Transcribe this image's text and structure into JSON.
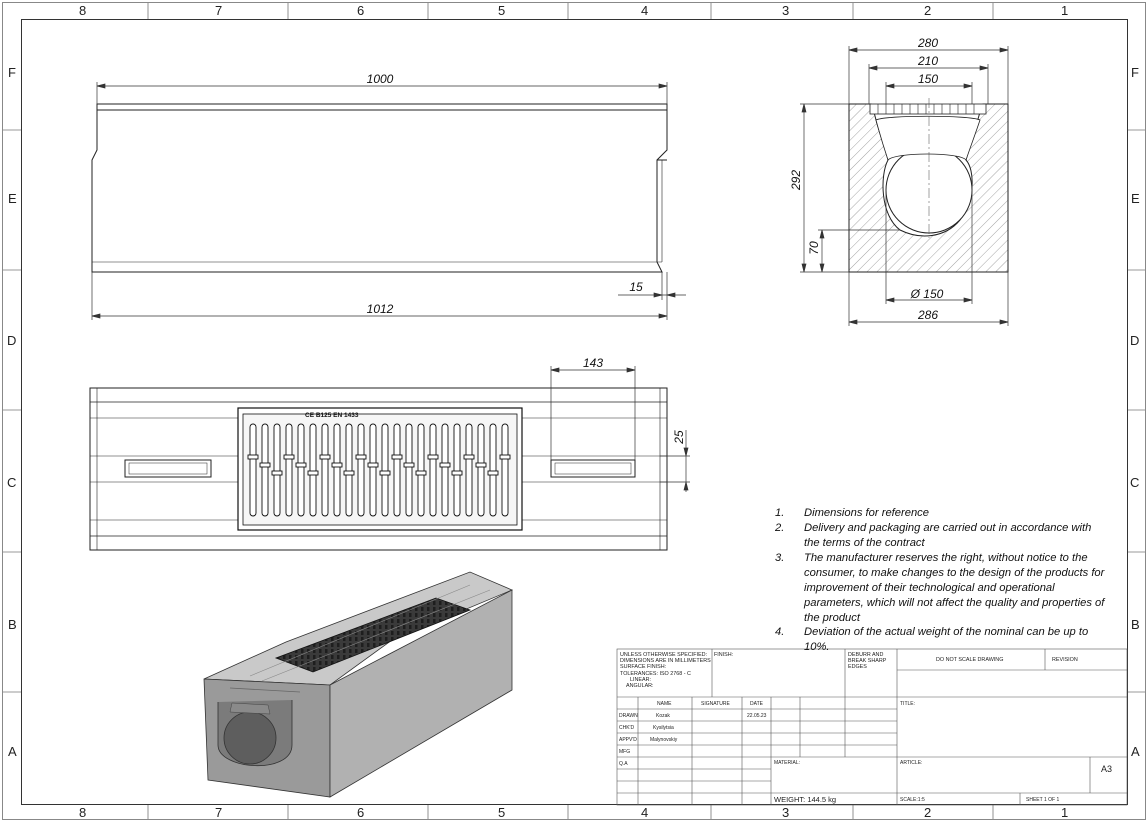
{
  "zones": {
    "columns": [
      "8",
      "7",
      "6",
      "5",
      "4",
      "3",
      "2",
      "1"
    ],
    "rows": [
      "F",
      "E",
      "D",
      "C",
      "B",
      "A"
    ]
  },
  "dimensions": {
    "side_top": "1000",
    "side_bottom": "1012",
    "side_step": "15",
    "section_280": "280",
    "section_210": "210",
    "section_150": "150",
    "section_height": "292",
    "section_70": "70",
    "section_diameter": "Ø 150",
    "section_286": "286",
    "plan_143": "143",
    "plan_25": "25"
  },
  "grate_marking": "CE B125 EN 1433",
  "notes": [
    {
      "num": "1.",
      "text": "Dimensions for reference"
    },
    {
      "num": "2.",
      "text": "Delivery and packaging are carried out in accordance with the terms of the contract"
    },
    {
      "num": "3.",
      "text": "The manufacturer reserves the right, without notice to the consumer, to make changes to the design of the products for improvement of their technological and operational parameters, which will not affect the quality and properties of the product"
    },
    {
      "num": "4.",
      "text": "Deviation of the actual weight of the nominal can be up to 10%."
    }
  ],
  "title_block": {
    "general": [
      "UNLESS OTHERWISE SPECIFIED:",
      "DIMENSIONS ARE IN MILLIMETERS",
      "SURFACE FINISH:",
      "TOLERANCES: ISO 2768 - C",
      "LINEAR:",
      "ANGULAR:"
    ],
    "finish": "FINISH:",
    "deburr": [
      "DEBURR AND",
      "BREAK SHARP",
      "EDGES"
    ],
    "do_not_scale": "DO NOT SCALE DRAWING",
    "revision": "REVISION",
    "headers": {
      "name": "NAME",
      "signature": "SIGNATURE",
      "date": "DATE"
    },
    "rows": [
      {
        "role": "DRAWN",
        "name": "Kozak",
        "date": "22.05.23"
      },
      {
        "role": "CHK'D",
        "name": "Kysilytsia",
        "date": ""
      },
      {
        "role": "APPV'D",
        "name": "Malynovskiy",
        "date": ""
      },
      {
        "role": "MFG",
        "name": "",
        "date": ""
      },
      {
        "role": "Q.A",
        "name": "",
        "date": ""
      }
    ],
    "title_label": "TITLE:",
    "material_label": "MATERIAL:",
    "article_label": "ARTICLE:",
    "size": "A3",
    "weight": "WEIGHT: 144.5 kg",
    "scale": "SCALE:1:5",
    "sheet": "SHEET 1 OF 1"
  },
  "colors": {
    "line": "#1a1a1a",
    "concrete_light": "#bdbdbd",
    "concrete_mid": "#9e9e9e",
    "concrete_dark": "#6f6f6f",
    "grate": "#2e2e2e",
    "hatch": "#555555"
  }
}
